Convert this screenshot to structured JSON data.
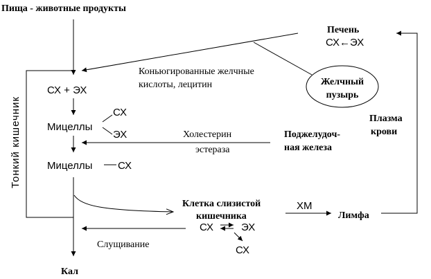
{
  "labels": {
    "food": "Пища - животные продукты",
    "liver": "Печень",
    "liver_formula": "СХ←ЭХ",
    "conjugated_line1": "Коньюгированные желчные",
    "conjugated_line2": "кислоты, лецитин",
    "gallbladder_line1": "Желчный",
    "gallbladder_line2": "пузырь",
    "small_intestine": "Тонкий кишечник",
    "cx_plus_ex": "СХ + ЭХ",
    "micelles1": "Мицеллы",
    "cx": "СХ",
    "ex": "ЭХ",
    "cholesterol_line1": "Холестерин",
    "cholesterol_line2": "эстераза",
    "pancreas_line1": "Поджелудоч-",
    "pancreas_line2": "ная железа",
    "plasma_line1": "Плазма",
    "plasma_line2": "крови",
    "micelles2": "Мицеллы",
    "micelles2_cx": "СХ",
    "cell_line1": "Клетка слизистой",
    "cell_line2": "кишечника",
    "xm": "ХМ",
    "lymph": "Лимфа",
    "cell_cx": "СХ",
    "cell_ex": "ЭХ",
    "cell_cx2": "СХ",
    "shedding": "Слущивание",
    "feces": "Кал"
  }
}
